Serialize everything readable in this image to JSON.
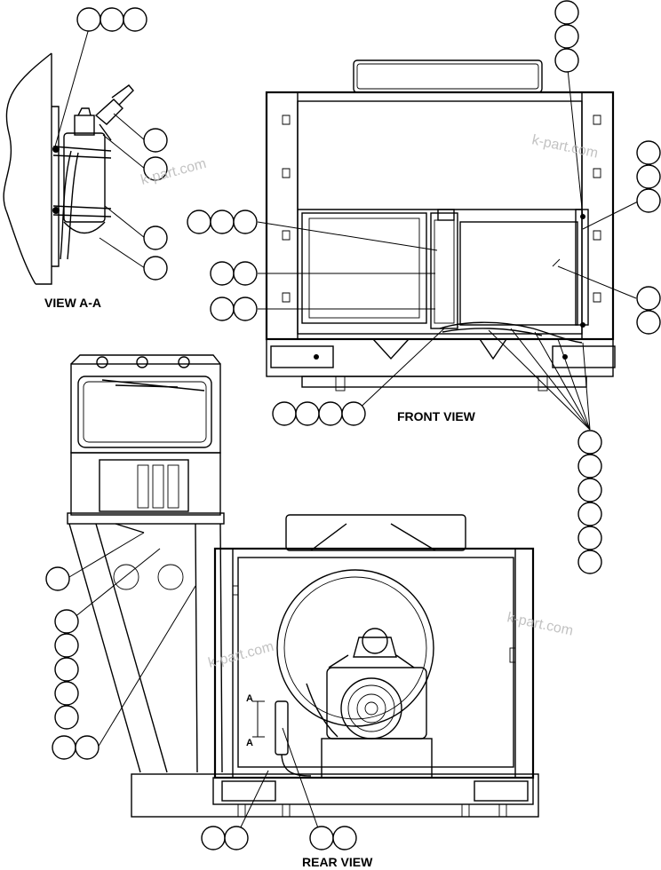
{
  "labels": {
    "view_aa": "VIEW A-A",
    "front_view": "FRONT VIEW",
    "rear_view": "REAR VIEW",
    "section_marker_top": "A",
    "section_marker_bottom": "A"
  },
  "watermarks": [
    "k-part.com",
    "k-part.com",
    "k-part.com",
    "k-part.com"
  ],
  "callout_groups": [
    {
      "id": "aa-top",
      "count": 3
    },
    {
      "id": "aa-r1",
      "count": 1
    },
    {
      "id": "aa-r2",
      "count": 1
    },
    {
      "id": "aa-r3",
      "count": 1
    },
    {
      "id": "aa-r4",
      "count": 1
    },
    {
      "id": "front-top-right-stack",
      "count": 3
    },
    {
      "id": "front-right-stack",
      "count": 3
    },
    {
      "id": "front-left-a",
      "count": 3
    },
    {
      "id": "front-left-b",
      "count": 2
    },
    {
      "id": "front-left-c",
      "count": 2
    },
    {
      "id": "front-right-b",
      "count": 2
    },
    {
      "id": "front-bottom-row",
      "count": 4
    },
    {
      "id": "front-bottom-right-stack",
      "count": 6
    },
    {
      "id": "rear-left-single",
      "count": 1
    },
    {
      "id": "rear-left-stack",
      "count": 5
    },
    {
      "id": "rear-left-pair",
      "count": 2
    },
    {
      "id": "rear-bottom-left",
      "count": 2
    },
    {
      "id": "rear-bottom-mid",
      "count": 2
    }
  ]
}
